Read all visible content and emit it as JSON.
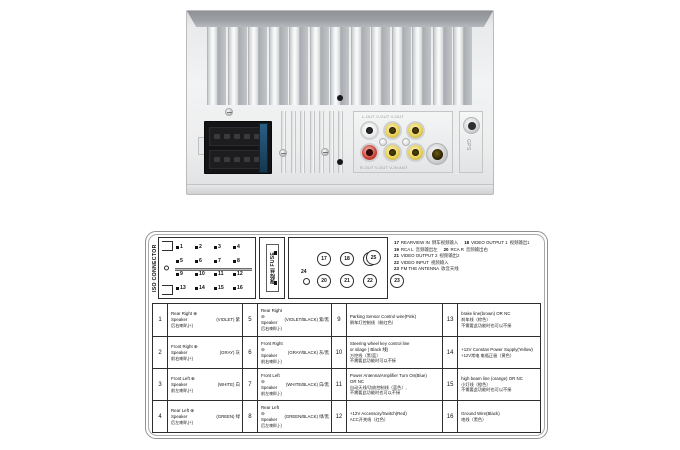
{
  "product_photo": {
    "label": "car-stereo-rear-panel",
    "ports": {
      "gps_label": "GPS",
      "rca_top_labels": "L-OUT   V-OUT   V-OUT",
      "rca_bottom_labels": "R-OUT   V-OUT   V-IN     ANT"
    }
  },
  "diagram": {
    "iso_connector_label": "ISO CONNECTOR",
    "fuse_label": "保险丝 FUSE",
    "iso_pins": [
      "1",
      "2",
      "3",
      "4",
      "5",
      "6",
      "7",
      "8",
      "9",
      "10",
      "11",
      "12",
      "13",
      "14",
      "15",
      "16"
    ],
    "jacks_top": [
      "19",
      "18",
      "17"
    ],
    "jacks_bottom": [
      "20",
      "21",
      "22",
      "23"
    ],
    "jack_small": "24",
    "jack_right": "25",
    "legend": [
      {
        "num": "17",
        "en": "REARVIEW IN",
        "cn": "倒车视频输入"
      },
      {
        "num": "18",
        "en": "VIDEO OUTPUT 1",
        "cn": "视频输出1"
      },
      {
        "num": "19",
        "en": "RCA L",
        "cn": "音频输出左"
      },
      {
        "num": "20",
        "en": "RCA R",
        "cn": "音频输出右"
      },
      {
        "num": "21",
        "en": "VIDEO OUTPUT 2",
        "cn": "视频输出2"
      },
      {
        "num": "22",
        "en": "VIDEO INPUT",
        "cn": "视频输入"
      },
      {
        "num": "23",
        "en": "FM THE ANTENNA",
        "cn": "收音天线"
      }
    ],
    "wire_table": {
      "columns": [
        [
          {
            "num": "1",
            "en1": "Rear Right ⊕",
            "en2": "Speaker",
            "cn": "后右喇叭(+)",
            "color": "(VIOLET) 紫"
          },
          {
            "num": "2",
            "en1": "Front Right ⊕",
            "en2": "Speaker",
            "cn": "前右喇叭(+)",
            "color": "(GRAY) 灰"
          },
          {
            "num": "3",
            "en1": "Front Left ⊕",
            "en2": "Speaker",
            "cn": "前左喇叭(+)",
            "color": "(WHITE) 白"
          },
          {
            "num": "4",
            "en1": "Rear Left ⊕",
            "en2": "Speaker",
            "cn": "后左喇叭(+)",
            "color": "(GREEN) 绿"
          }
        ],
        [
          {
            "num": "5",
            "en1": "Rear Right ⊖",
            "en2": "Speaker",
            "cn": "后右喇叭(-)",
            "color": "(VIOLET/BLACK) 紫/黑"
          },
          {
            "num": "6",
            "en1": "Front Right ⊖",
            "en2": "Speaker",
            "cn": "前右喇叭(-)",
            "color": "(GRAY/BLACK) 灰/黑"
          },
          {
            "num": "7",
            "en1": "Front Left ⊖",
            "en2": "Speaker",
            "cn": "前左喇叭(-)",
            "color": "(WHITE/BLACK) 白/黑"
          },
          {
            "num": "8",
            "en1": "Rear Left ⊖",
            "en2": "Speaker",
            "cn": "后左喇叭(-)",
            "color": "(GREEN/BLACK) 绿/黑"
          }
        ],
        [
          {
            "num": "9",
            "en1": "Parking Sensor Control wire(Pink)",
            "cn": "倒车灯控制线（粉红色）"
          },
          {
            "num": "10",
            "en1": "Steering wheel key control line",
            "en2": "or silage ( Black  线)",
            "cn": "方控线（黑/蓝）",
            "cn2": "不需要此功能时可以不接"
          },
          {
            "num": "11",
            "en1": "Power Antenna/Amplifier Turn On(Blue)",
            "en2": "OR NC",
            "cn": "自动天线/功放控制线（蓝色）,",
            "cn2": "不需要此功能时也可以不接"
          },
          {
            "num": "12",
            "en1": "+12V Accessory/Switch(Red)",
            "cn": "ACC开关线（红色）"
          }
        ],
        [
          {
            "num": "13",
            "en1": "brake line(brown) OR NC",
            "cn": "刹车线（棕色）",
            "cn2": "不需要此功能时也可以不接"
          },
          {
            "num": "14",
            "en1": "+12V Constan Power Supply(Yellow)",
            "cn": "+12V常电 电瓶正极（黄色）"
          },
          {
            "num": "15",
            "en1": "high beam line (orange) OR NC",
            "cn": "小灯线（橙色）",
            "cn2": "不需要此功能时也可以不接"
          },
          {
            "num": "16",
            "en1": "Ground Wire(Black)",
            "cn": "地线（黑色）"
          }
        ]
      ]
    }
  }
}
